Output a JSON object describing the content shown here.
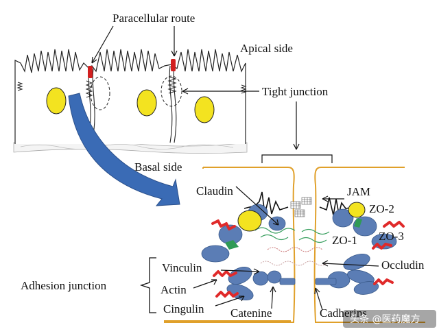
{
  "labels": {
    "paracellular_route": "Paracellular route",
    "apical_side": "Apical side",
    "tight_junction": "Tight junction",
    "basal_side": "Basal side",
    "claudin": "Claudin",
    "jam": "JAM",
    "zo2": "ZO-2",
    "zo1": "ZO-1",
    "zo3": "ZO-3",
    "vinculin": "Vinculin",
    "occludin": "Occludin",
    "adhesion_junction": "Adhesion junction",
    "actin": "Actin",
    "cingulin": "Cingulin",
    "catenine": "Catenine",
    "cadherins": "Cadherins"
  },
  "watermark": {
    "text": "头条 @医药魔方"
  },
  "colors": {
    "arrow_blue": "#3a6bb5",
    "protein_blue": "#5b7db5",
    "nucleus_yellow": "#f3e320",
    "membrane_orange": "#e0a02a",
    "actin_red": "#e02a2a",
    "zo_green": "#2f9a55",
    "tight_red": "#d21f1f"
  }
}
